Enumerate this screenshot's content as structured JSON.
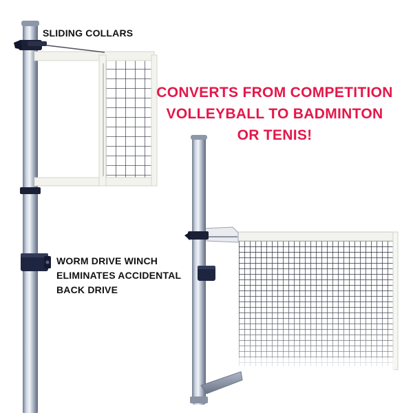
{
  "labels": {
    "sliding_collars": "SLIDING COLLARS",
    "winch_lines": [
      "WORM DRIVE WINCH",
      "ELIMINATES ACCIDENTAL",
      "BACK DRIVE"
    ]
  },
  "headline": {
    "lines": [
      "CONVERTS FROM COMPETITION",
      "VOLLEYBALL TO BADMINTON",
      "OR TENIS!"
    ],
    "color": "#e4174a"
  },
  "colors": {
    "background": "#ffffff",
    "label_text": "#111111",
    "pole_metal": "#b9c2d2",
    "net_dark": "#1d2333",
    "net_band": "#f3f3ee",
    "collar_dark": "#1b2036"
  }
}
